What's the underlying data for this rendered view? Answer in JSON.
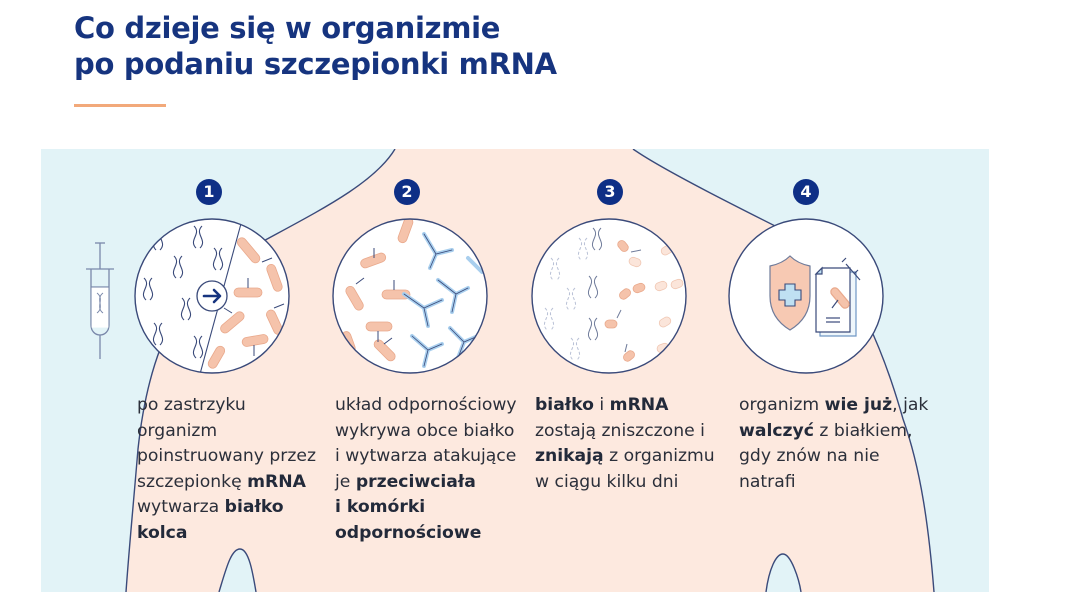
{
  "title": {
    "line1": "Co dzieje się w organizmie",
    "line2": "po podaniu szczepionki mRNA"
  },
  "colors": {
    "title": "#16347f",
    "accent_line": "#f2a97a",
    "background_blue": "#e2f3f7",
    "body_skin": "#fde9df",
    "outline": "#3a4a7a",
    "badge": "#0e2f86",
    "protein": "#f5c3ab",
    "antibody": "#a9cfee"
  },
  "steps": [
    {
      "number": "1",
      "icon": "mrna-to-spike-protein-icon",
      "lines": [
        [
          {
            "t": "po zastrzyku",
            "b": false
          }
        ],
        [
          {
            "t": "organizm",
            "b": false
          }
        ],
        [
          {
            "t": "poinstruowany przez",
            "b": false
          }
        ],
        [
          {
            "t": "szczepionkę ",
            "b": false
          },
          {
            "t": "mRNA",
            "b": true
          }
        ],
        [
          {
            "t": "wytwarza ",
            "b": false
          },
          {
            "t": "białko",
            "b": true
          }
        ],
        [
          {
            "t": "kolca",
            "b": true
          }
        ]
      ]
    },
    {
      "number": "2",
      "icon": "antibodies-attacking-protein-icon",
      "lines": [
        [
          {
            "t": "układ odpornościowy",
            "b": false
          }
        ],
        [
          {
            "t": "wykrywa obce białko",
            "b": false
          }
        ],
        [
          {
            "t": "i wytwarza atakujące",
            "b": false
          }
        ],
        [
          {
            "t": "je ",
            "b": false
          },
          {
            "t": "przeciwciała",
            "b": true
          }
        ],
        [
          {
            "t": "i komórki",
            "b": true
          }
        ],
        [
          {
            "t": "odpornościowe",
            "b": true
          }
        ]
      ]
    },
    {
      "number": "3",
      "icon": "fading-protein-and-mrna-icon",
      "lines": [
        [
          {
            "t": "białko",
            "b": true
          },
          {
            "t": " i ",
            "b": false
          },
          {
            "t": "mRNA",
            "b": true
          }
        ],
        [
          {
            "t": "zostają zniszczone i",
            "b": false
          }
        ],
        [
          {
            "t": "znikają",
            "b": true
          },
          {
            "t": " z organizmu",
            "b": false
          }
        ],
        [
          {
            "t": "w ciągu kilku dni",
            "b": false
          }
        ]
      ]
    },
    {
      "number": "4",
      "icon": "shield-and-vaccination-record-icon",
      "lines": [
        [
          {
            "t": "organizm ",
            "b": false
          },
          {
            "t": "wie już",
            "b": true
          },
          {
            "t": ", jak",
            "b": false
          }
        ],
        [
          {
            "t": "walczyć",
            "b": true
          },
          {
            "t": " z białkiem,",
            "b": false
          }
        ],
        [
          {
            "t": "gdy znów na nie",
            "b": false
          }
        ],
        [
          {
            "t": "natrafi",
            "b": false
          }
        ]
      ]
    }
  ],
  "syringe": {
    "icon": "syringe-icon"
  }
}
